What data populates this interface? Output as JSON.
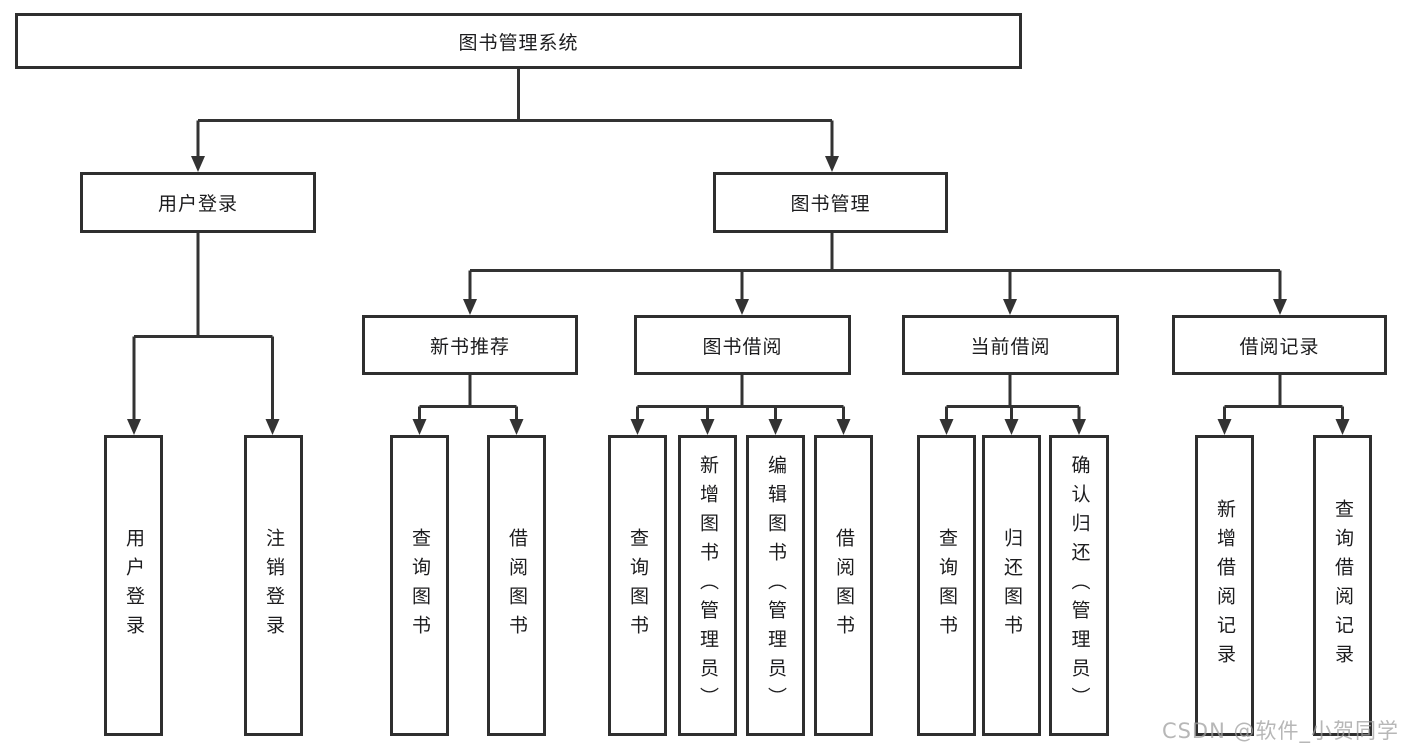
{
  "colors": {
    "line": "#333333",
    "box_border": "#2f2f2f",
    "text": "#1c1c1e",
    "watermark": "#9f9f9f",
    "background": "#ffffff"
  },
  "tree": {
    "root": "图书管理系统",
    "level2": {
      "user_login": "用户登录",
      "book_management": "图书管理"
    },
    "user_children": [
      "用户登录",
      "注销登录"
    ],
    "sections": [
      {
        "label": "新书推荐",
        "children": [
          "查询图书",
          "借阅图书"
        ]
      },
      {
        "label": "图书借阅",
        "children": [
          "查询图书",
          "新增图书（管理员）",
          "编辑图书（管理员）",
          "借阅图书"
        ]
      },
      {
        "label": "当前借阅",
        "children": [
          "查询图书",
          "归还图书",
          "确认归还（管理员）"
        ]
      },
      {
        "label": "借阅记录",
        "children": [
          "新增借阅记录",
          "查询借阅记录"
        ]
      }
    ]
  },
  "watermark": "CSDN @软件_小贺同学"
}
